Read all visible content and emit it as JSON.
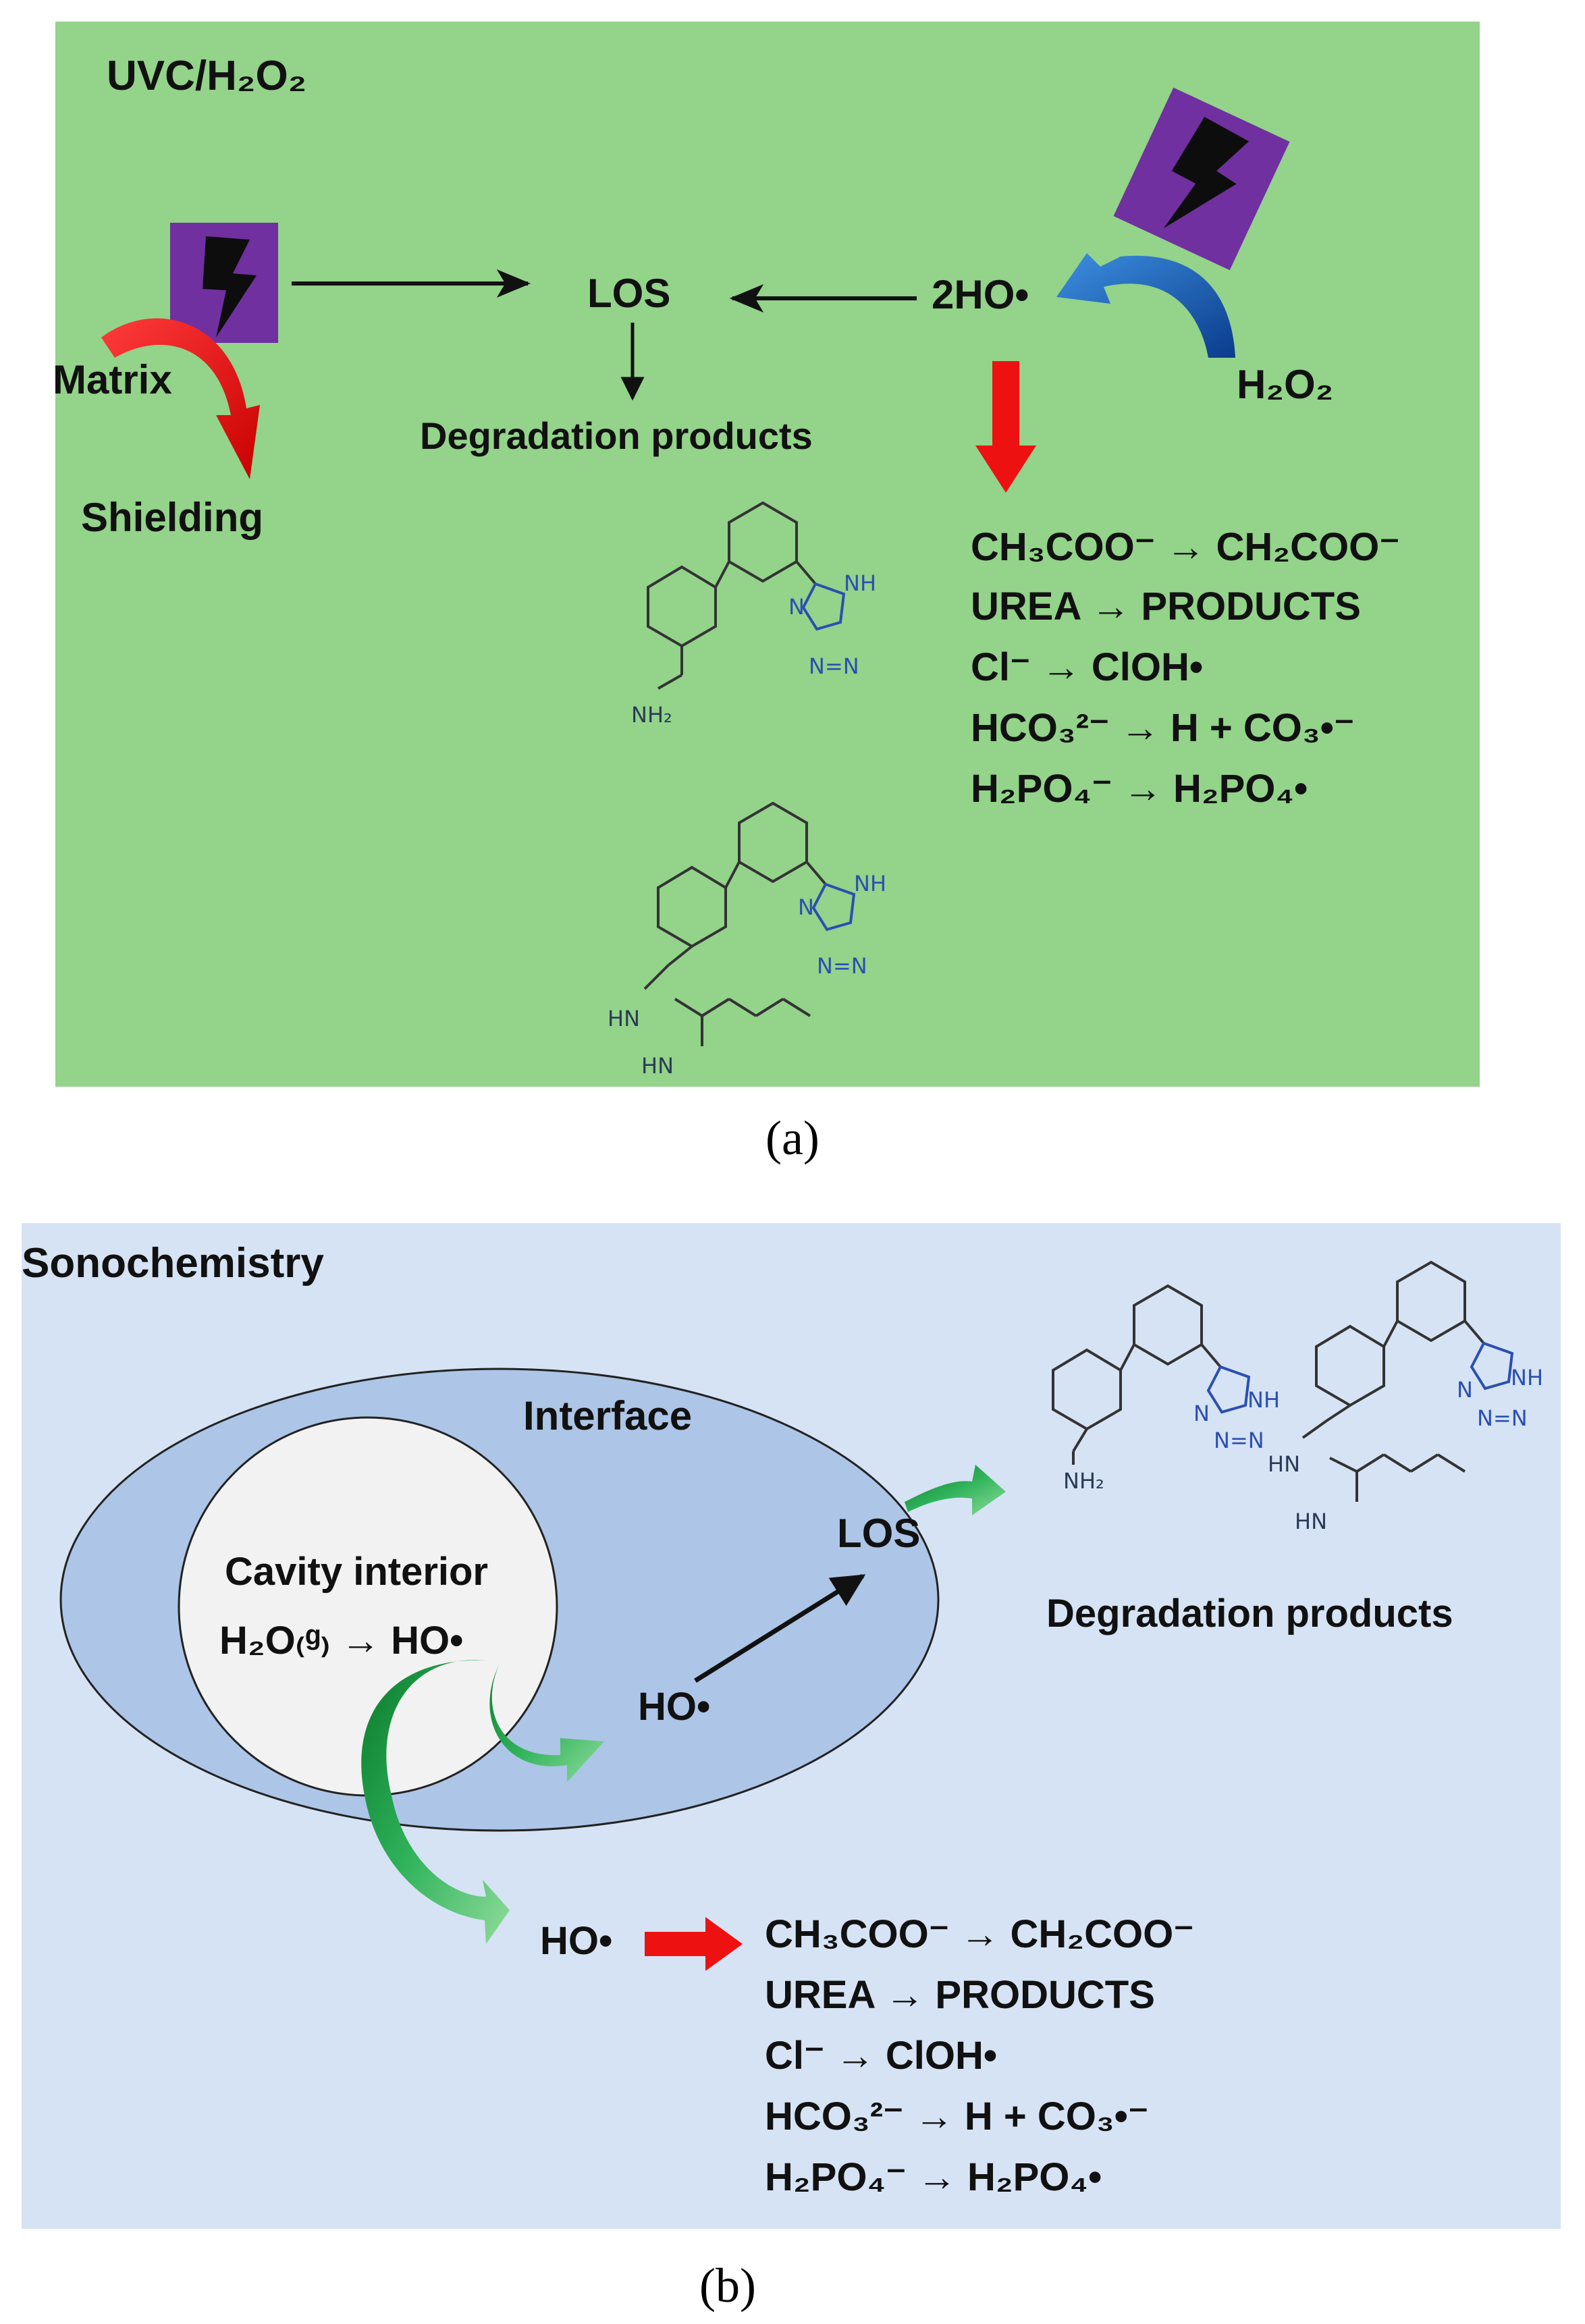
{
  "panel_a": {
    "title": "UVC/H₂O₂",
    "los": "LOS",
    "two_ho": "2HO•",
    "h2o2": "H₂O₂",
    "matrix": "Matrix",
    "shielding": "Shielding",
    "degradation": "Degradation products",
    "reactions": [
      "CH₃COO⁻ → CH₂COO⁻",
      "UREA → PRODUCTS",
      "Cl⁻ → ClOH•",
      "HCO₃²⁻ → H + CO₃•⁻",
      "H₂PO₄⁻ → H₂PO₄•"
    ],
    "caption": "(a)",
    "colors": {
      "background": "#93d38a",
      "lamp": "#7030a0"
    }
  },
  "panel_b": {
    "title": "Sonochemistry",
    "interface": "Interface",
    "cavity": "Cavity interior",
    "cavity_reaction": "H₂O₍ᵍ₎ → HO•",
    "ho_interface": "HO•",
    "los": "LOS",
    "ho_bulk": "HO•",
    "degradation": "Degradation products",
    "reactions": [
      "CH₃COO⁻ → CH₂COO⁻",
      "UREA → PRODUCTS",
      "Cl⁻ → ClOH•",
      "HCO₃²⁻ → H + CO₃•⁻",
      "H₂PO₄⁻ → H₂PO₄•"
    ],
    "caption": "(b)",
    "colors": {
      "background": "#d6e3f4",
      "interface": "#adc5e6",
      "cavity": "#f2f2f2"
    }
  },
  "molecule_labels": {
    "nh": "NH",
    "nh2": "NH₂",
    "n": "N",
    "n_eq_n": "N=N",
    "hn": "HN"
  }
}
